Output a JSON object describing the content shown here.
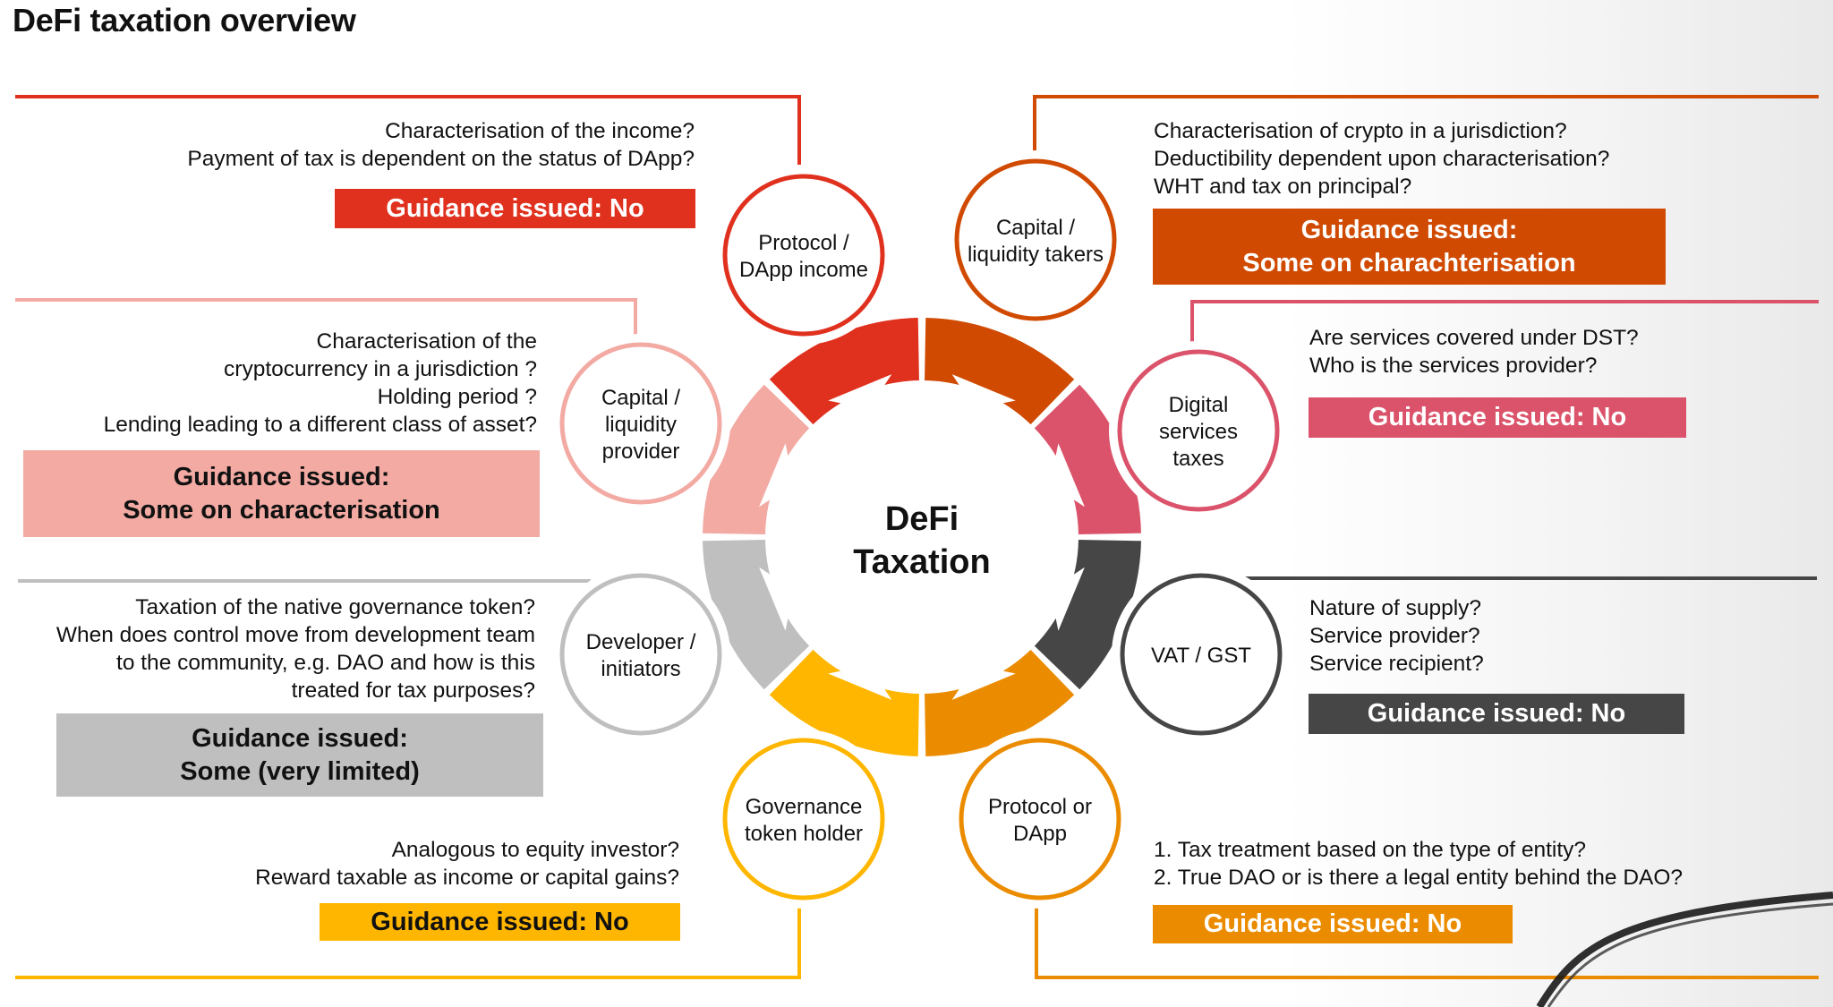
{
  "title": "DeFi taxation overview",
  "center_label": [
    "DeFi",
    "Taxation"
  ],
  "colors": {
    "red": "#e0301e",
    "dark_orange": "#d04a02",
    "rose": "#db536a",
    "salmon": "#f2aaa3",
    "grey": "#bfbfbf",
    "charcoal": "#464646",
    "yellow": "#ffb600",
    "orange": "#eb8c00"
  },
  "segments": [
    {
      "id": "protocol-dapp-income",
      "label": [
        "Protocol /",
        "DApp income"
      ],
      "color": "#e0301e",
      "questions": [
        "Characterisation of the income?",
        "Payment of tax is dependent on the status of DApp?"
      ],
      "guidance": [
        "Guidance issued: No"
      ],
      "guidance_text_color": "#ffffff"
    },
    {
      "id": "capital-liquidity-takers",
      "label": [
        "Capital /",
        "liquidity takers"
      ],
      "color": "#d04a02",
      "questions": [
        "Characterisation of crypto in a jurisdiction?",
        "Deductibility dependent upon characterisation?",
        "WHT and tax on principal?"
      ],
      "guidance": [
        "Guidance issued:",
        "Some on charachterisation"
      ],
      "guidance_text_color": "#ffffff"
    },
    {
      "id": "digital-services-taxes",
      "label": [
        "Digital",
        "services",
        "taxes"
      ],
      "color": "#db536a",
      "questions": [
        "Are services covered under DST?",
        "Who is the services provider?"
      ],
      "guidance": [
        "Guidance issued: No"
      ],
      "guidance_text_color": "#ffffff"
    },
    {
      "id": "vat-gst",
      "label": [
        "VAT / GST"
      ],
      "color": "#464646",
      "questions": [
        "Nature of supply?",
        "Service provider?",
        "Service recipient?"
      ],
      "guidance": [
        "Guidance issued: No"
      ],
      "guidance_text_color": "#ffffff"
    },
    {
      "id": "protocol-or-dapp",
      "label": [
        "Protocol or",
        "DApp"
      ],
      "color": "#eb8c00",
      "questions": [
        "1. Tax treatment based on the type of entity?",
        "2. True DAO or is there a legal entity behind the DAO?"
      ],
      "guidance": [
        "Guidance issued: No"
      ],
      "guidance_text_color": "#ffffff"
    },
    {
      "id": "governance-token-holder",
      "label": [
        "Governance",
        "token holder"
      ],
      "color": "#ffb600",
      "questions": [
        "Analogous to equity investor?",
        "Reward taxable as income or capital gains?"
      ],
      "guidance": [
        "Guidance issued: No"
      ],
      "guidance_text_color": "#111111"
    },
    {
      "id": "developer-initiators",
      "label": [
        "Developer /",
        "initiators"
      ],
      "color": "#bfbfbf",
      "questions": [
        "Taxation of the native governance token?",
        "When does control move from development team",
        "to the community, e.g. DAO and how is this",
        "treated for tax purposes?"
      ],
      "guidance": [
        "Guidance issued:",
        "Some (very limited)"
      ],
      "guidance_text_color": "#111111"
    },
    {
      "id": "capital-liquidity-provider",
      "label": [
        "Capital /",
        "liquidity",
        "provider"
      ],
      "color": "#f2aaa3",
      "questions": [
        "Characterisation of the",
        "cryptocurrency in a jurisdiction ?",
        "Holding period ?",
        "Lending leading to a different class of asset?"
      ],
      "guidance": [
        "Guidance issued:",
        "Some on characterisation"
      ],
      "guidance_text_color": "#111111"
    }
  ]
}
